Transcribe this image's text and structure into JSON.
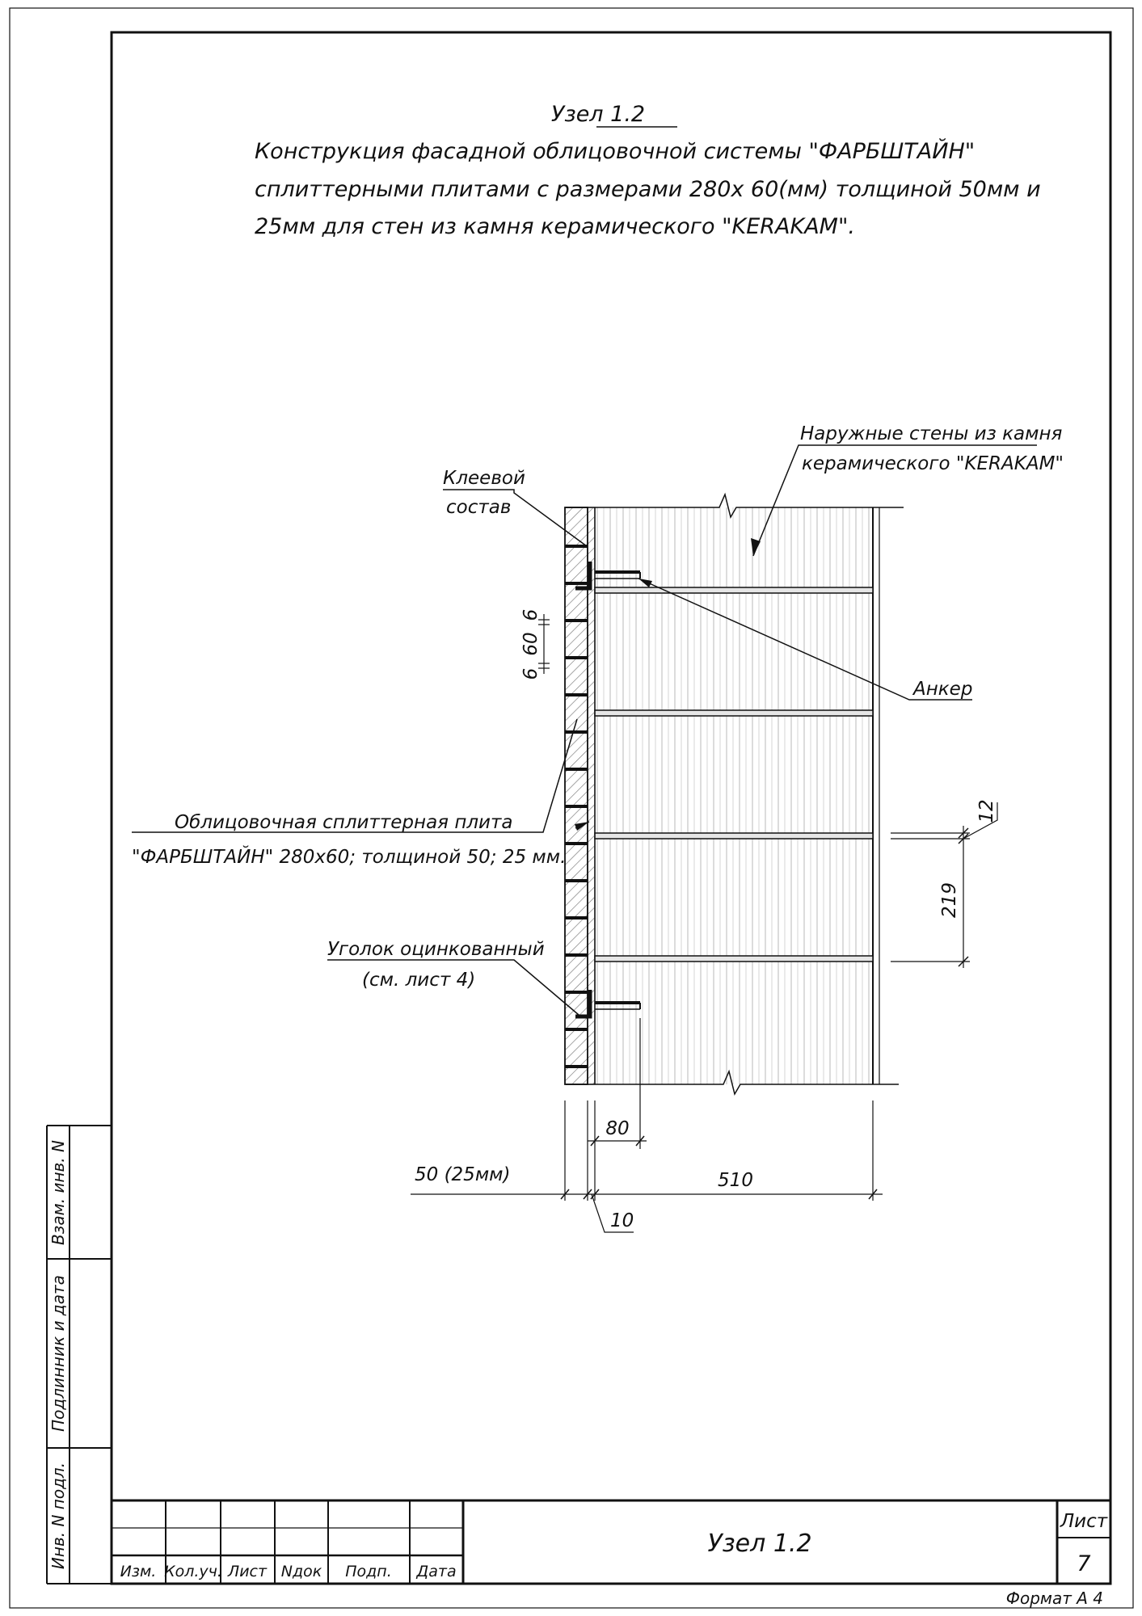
{
  "heading": {
    "node": "Узел 1.2",
    "lines": [
      "Конструкция фасадной облицовочной системы \"ФАРБШТАЙН\"",
      "сплиттерными плитами с размерами 280х 60(мм) толщиной 50мм и",
      "25мм для стен из камня керамического \"KERAKAM\"."
    ]
  },
  "labels": {
    "wall_1": "Наружные стены из камня",
    "wall_2": "керамического \"KERAKAM\"",
    "glue_1": "Клеевой",
    "glue_2": "состав",
    "anchor": "Анкер",
    "tile_1": "Облицовочная сплиттерная плита",
    "tile_2": "\"ФАРБШТАЙН\" 280х60; толщиной 50; 25 мм.",
    "angle_1": "Уголок оцинкованный",
    "angle_2": "(см. лист 4)"
  },
  "dimensions": {
    "tile_gap": "6",
    "tile_height": "60",
    "tile_gap_2": "6",
    "joint": "12",
    "course": "219",
    "anchor_depth": "80",
    "wall_thickness": "510",
    "tile_thickness": "50 (25мм)",
    "glue_thickness": "10"
  },
  "side_stamp": {
    "cells": [
      "Взам. инв. N",
      "Подлинник и дата",
      "Инв. N подл."
    ]
  },
  "title_block": {
    "columns": [
      "Изм.",
      "Кол.уч.",
      "Лист",
      "Nдок",
      "Подп.",
      "Дата"
    ],
    "title": "Узел 1.2",
    "sheet_label": "Лист",
    "sheet_number": "7"
  },
  "format": "Формат А 4"
}
